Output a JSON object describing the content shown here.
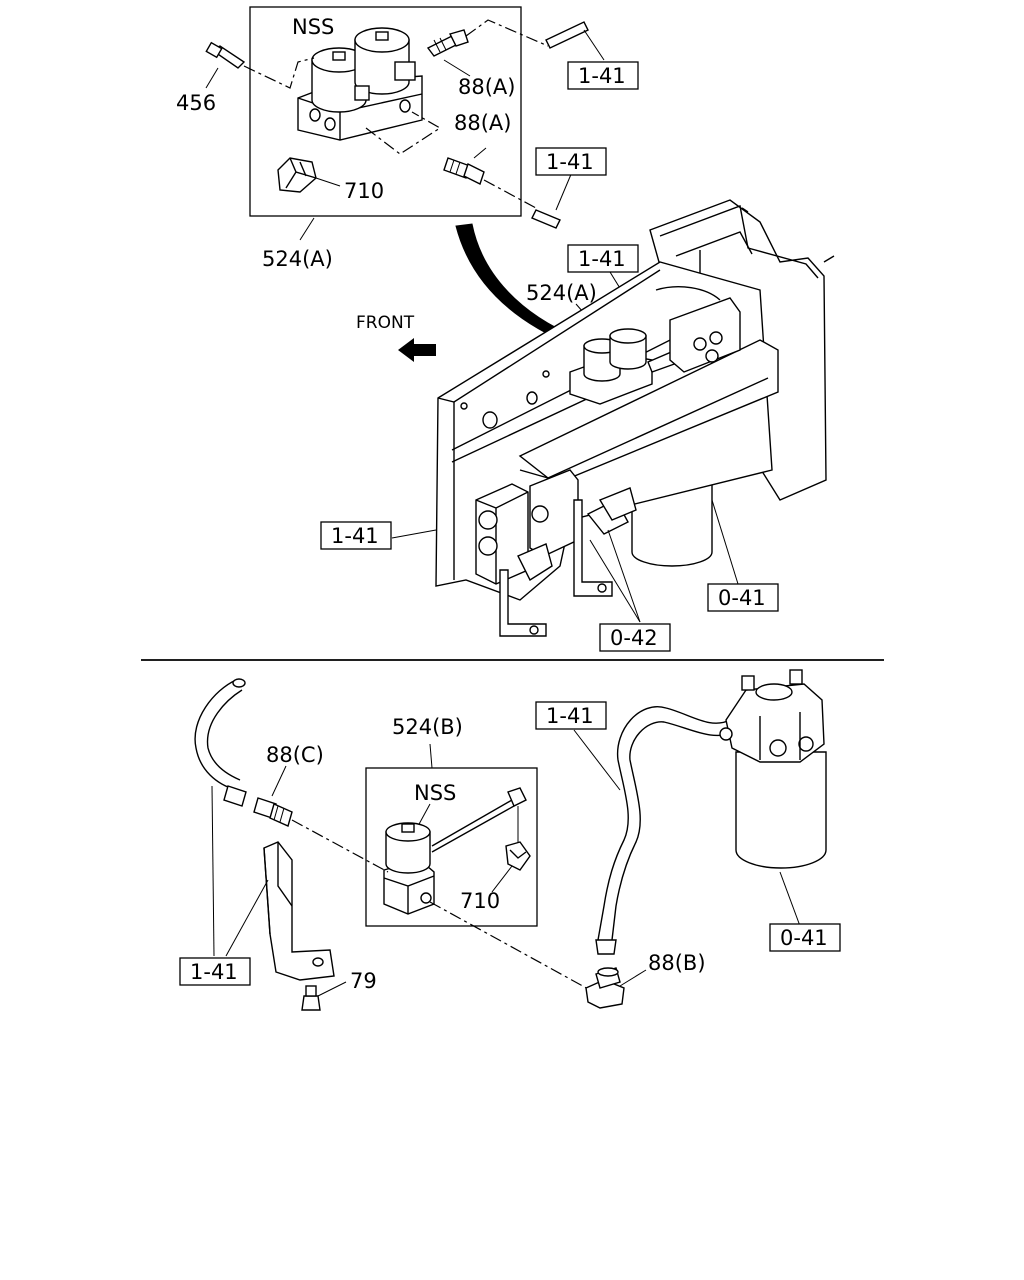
{
  "labels": {
    "nss_top": "NSS",
    "l456": "456",
    "l88a_1": "88(A)",
    "l88a_2": "88(A)",
    "l710_top": "710",
    "l524a_bottom": "524(A)",
    "l524a_main": "524(A)",
    "front": "FRONT",
    "ref141_a": "1-41",
    "ref141_b": "1-41",
    "ref141_c": "1-41",
    "ref141_d": "1-41",
    "ref041_a": "0-41",
    "ref042": "0-42",
    "l524b": "524(B)",
    "l88c": "88(C)",
    "nss_bottom": "NSS",
    "l710_bottom": "710",
    "ref141_e": "1-41",
    "ref141_f": "1-41",
    "l88b": "88(B)",
    "l79": "79",
    "ref041_b": "0-41"
  }
}
